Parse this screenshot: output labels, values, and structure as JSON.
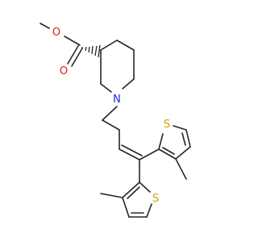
{
  "atoms": {
    "ester_ether_oxygen": "O",
    "carbonyl_oxygen": "O",
    "ring_nitrogen": "N",
    "thiophene_sulfur_1": "S",
    "thiophene_sulfur_2": "S"
  },
  "colors": {
    "oxygen": "#e8140c",
    "nitrogen": "#1b24e6",
    "sulfur": "#c9a100",
    "bond": "#262626",
    "background": "#ffffff"
  }
}
